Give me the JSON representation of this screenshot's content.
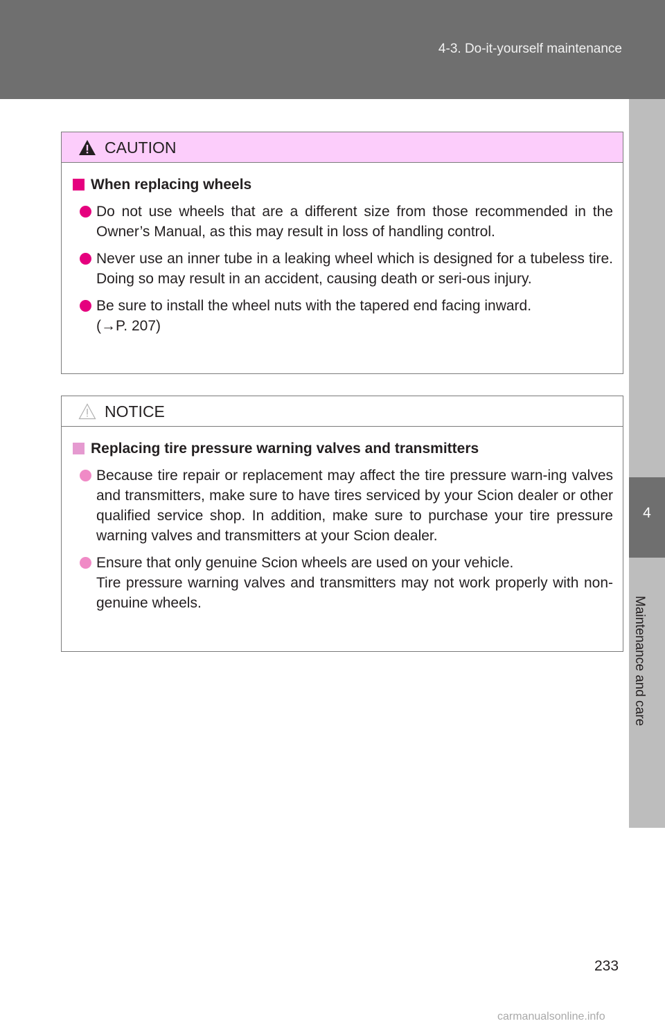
{
  "header": {
    "section": "4-3. Do-it-yourself maintenance"
  },
  "side_tab": {
    "number": "4",
    "label": "Maintenance and care"
  },
  "caution": {
    "title": "CAUTION",
    "subheading": "When replacing wheels",
    "items": [
      {
        "text": "Do not use wheels that are a different size from those recommended in the Owner’s Manual, as this may result in loss of handling control."
      },
      {
        "text": "Never use an inner tube in a leaking wheel which is designed for a tubeless tire. Doing so may result in an accident, causing death or seri-ous injury."
      },
      {
        "line1": "Be sure to install the wheel nuts with the tapered end facing inward.",
        "line2": "(→P. 207)"
      }
    ]
  },
  "notice": {
    "title": "NOTICE",
    "subheading": "Replacing tire pressure warning valves and transmitters",
    "items": [
      {
        "text": "Because tire repair or replacement may affect the tire pressure warn-ing valves and transmitters, make sure to have tires serviced by your Scion dealer or other qualified service shop. In addition, make sure to purchase your tire pressure warning valves and transmitters at your Scion dealer."
      },
      {
        "line1": "Ensure that only genuine Scion wheels are used on your vehicle.",
        "line2": "Tire pressure warning valves and transmitters may not work properly with non-genuine wheels."
      }
    ]
  },
  "page_number": "233",
  "watermark": "carmanualsonline.info",
  "colors": {
    "header_band": "#6f6f6f",
    "side_tab": "#bdbdbd",
    "caution_header": "#fccdfb",
    "caution_accent": "#e5007e",
    "notice_accent": "#f08ac6"
  }
}
